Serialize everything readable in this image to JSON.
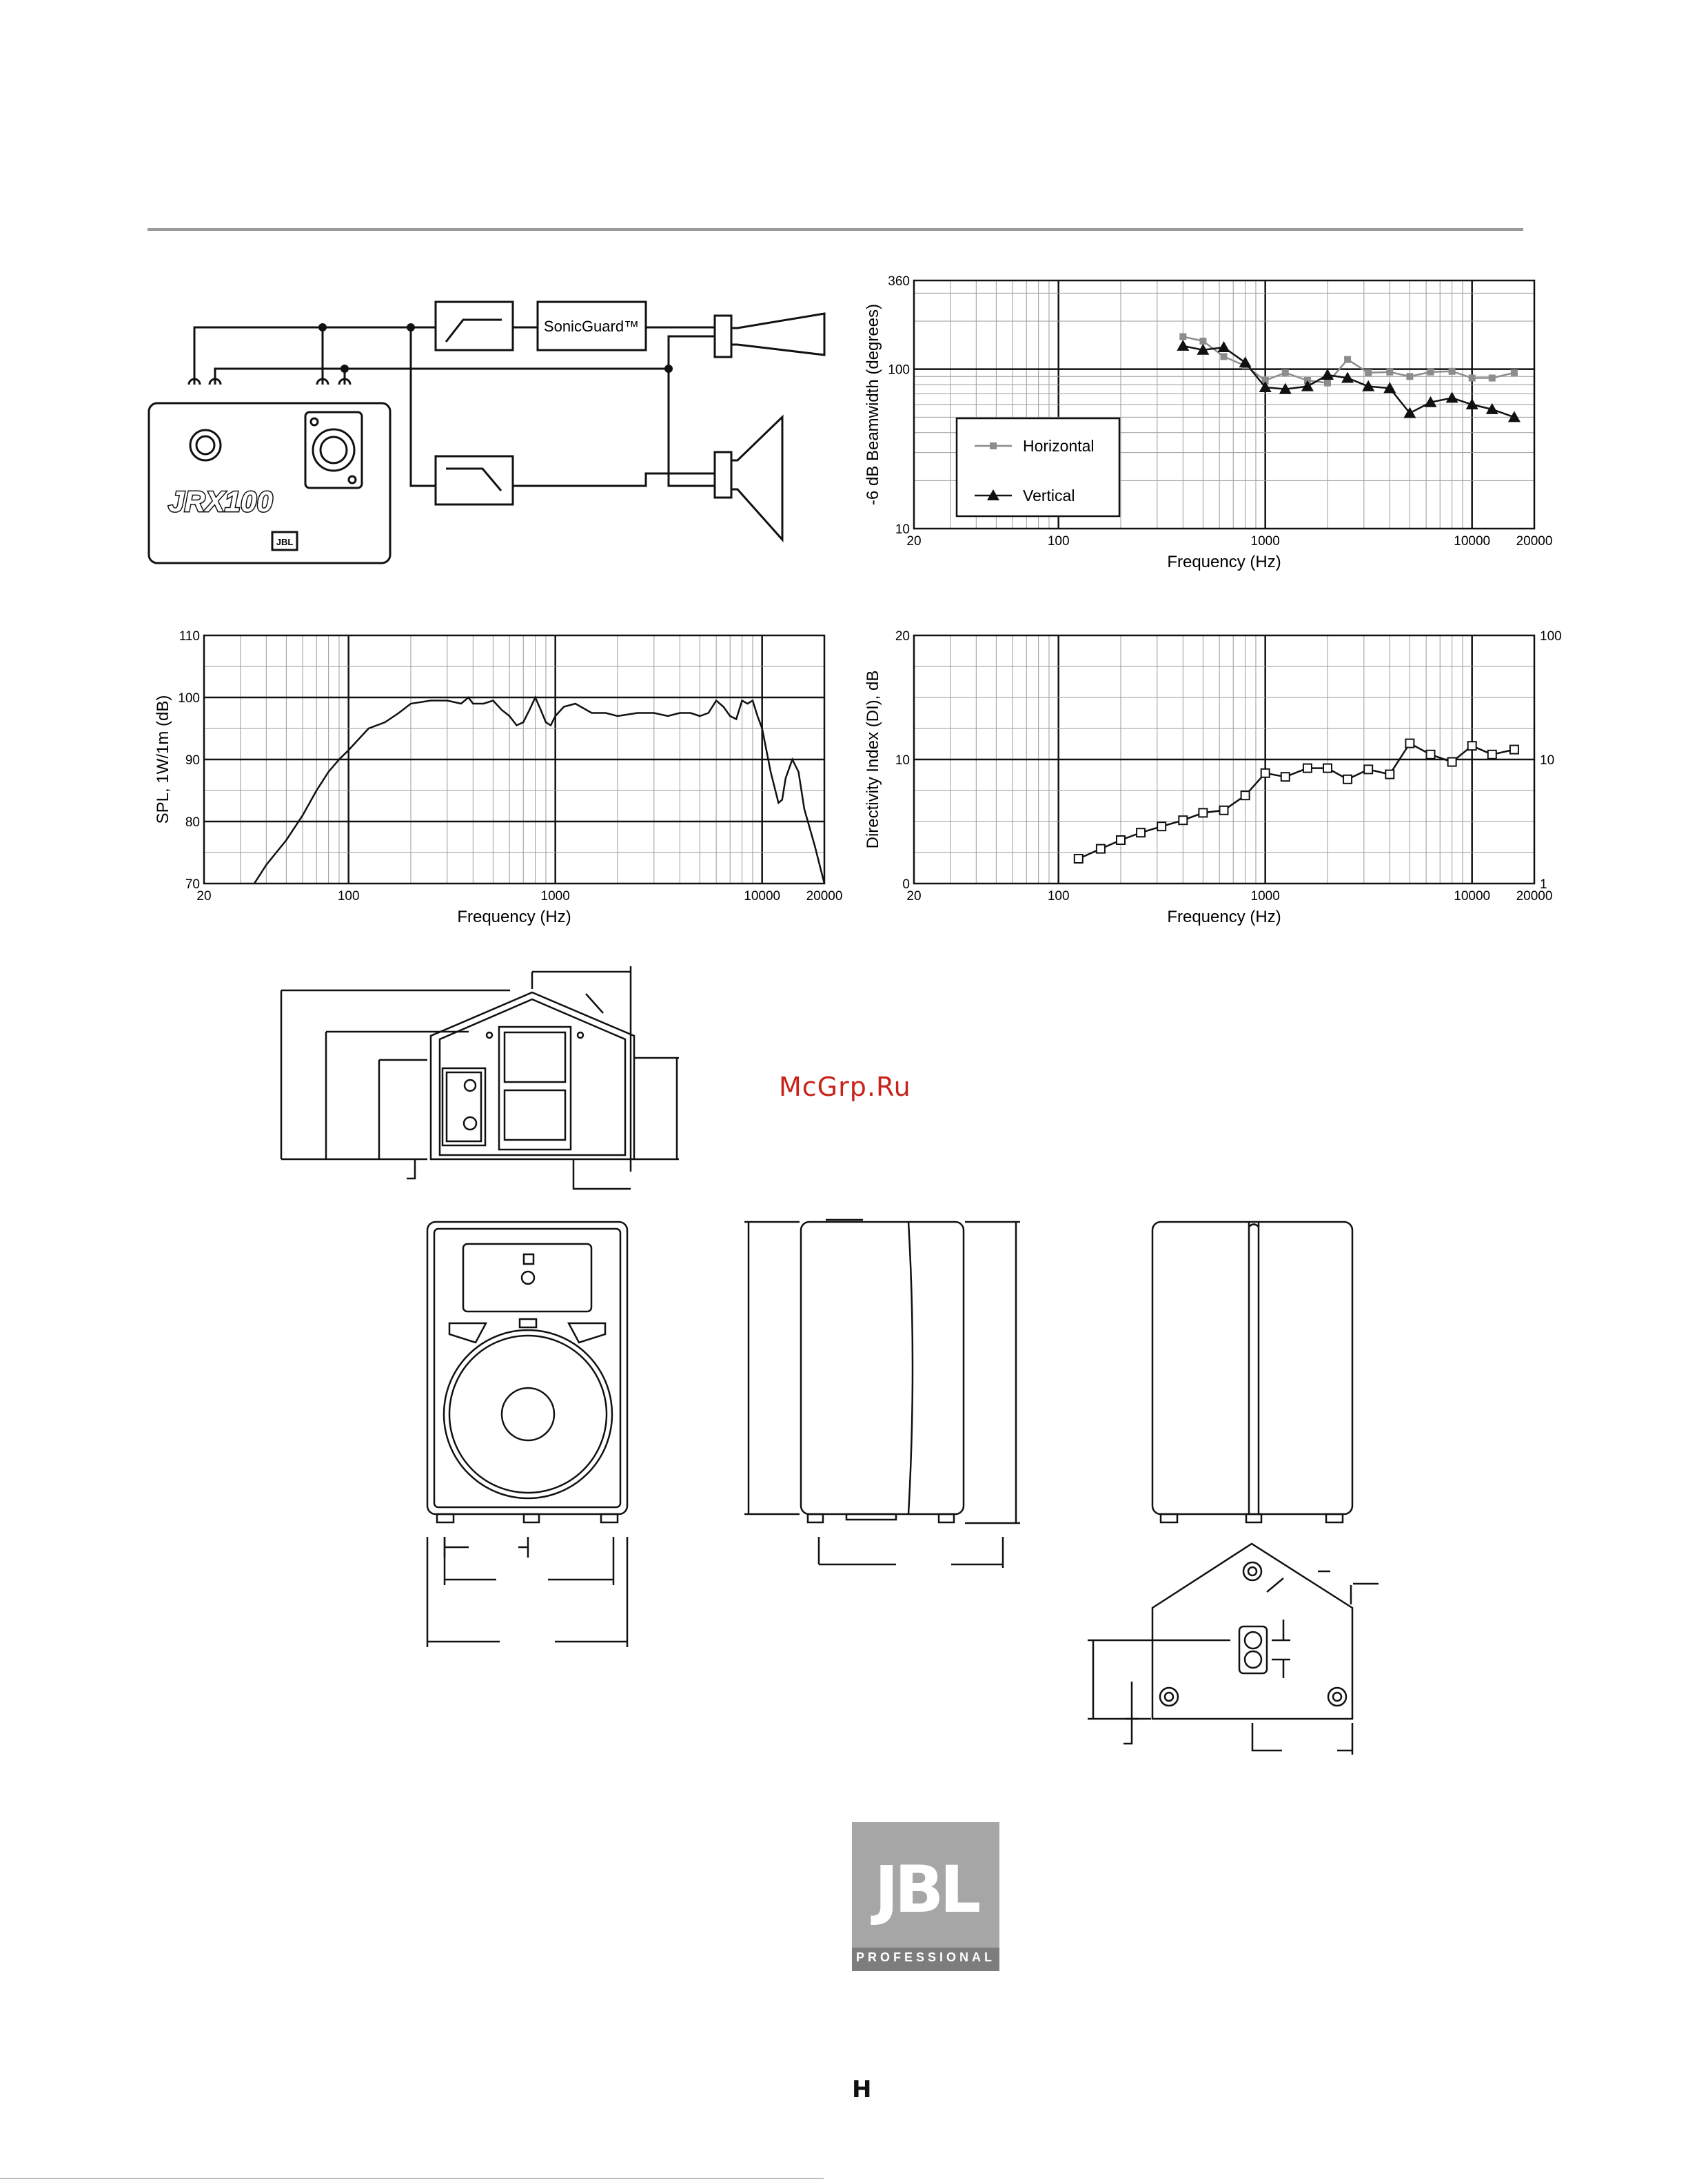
{
  "page": {
    "watermark": "McGrp.Ru",
    "page_mark": "H"
  },
  "block_diagram": {
    "sonicguard_label": "SonicGuard™",
    "brand_badge": "JRX100",
    "small_logo": "JBL"
  },
  "logo": {
    "word": "JBL",
    "subtitle": "PROFESSIONAL"
  },
  "chart_data": [
    {
      "type": "line",
      "ylabel": "-6 dB Beamwidth (degrees)",
      "xlabel": "Frequency (Hz)",
      "xscale": "log",
      "yscale": "log",
      "xlim": [
        20,
        20000
      ],
      "ylim": [
        10,
        360
      ],
      "xticks": [
        "20",
        "100",
        "1000",
        "10000",
        "20000"
      ],
      "yticks": [
        "10",
        "100",
        "360"
      ],
      "legend_position": "bottom-left",
      "grid": true,
      "series": [
        {
          "name": "Horizontal",
          "color": "#8c8c8c",
          "marker": "square",
          "x": [
            400,
            500,
            630,
            800,
            1000,
            1250,
            1600,
            2000,
            2500,
            3150,
            4000,
            5000,
            6300,
            8000,
            10000,
            12500,
            16000
          ],
          "y": [
            160,
            150,
            120,
            105,
            85,
            95,
            85,
            82,
            115,
            95,
            96,
            90,
            96,
            97,
            88,
            88,
            95
          ]
        },
        {
          "name": "Vertical",
          "color": "#111111",
          "marker": "triangle",
          "x": [
            400,
            500,
            630,
            800,
            1000,
            1250,
            1600,
            2000,
            2500,
            3150,
            4000,
            5000,
            6300,
            8000,
            10000,
            12500,
            16000
          ],
          "y": [
            140,
            132,
            137,
            110,
            77,
            75,
            78,
            92,
            88,
            78,
            76,
            53,
            62,
            66,
            60,
            56,
            50
          ]
        }
      ]
    },
    {
      "type": "line",
      "ylabel": "SPL, 1W/1m (dB)",
      "xlabel": "Frequency (Hz)",
      "xscale": "log",
      "xlim": [
        20,
        20000
      ],
      "ylim": [
        70,
        110
      ],
      "xticks": [
        "20",
        "100",
        "1000",
        "10000",
        "20000"
      ],
      "yticks": [
        "70",
        "80",
        "90",
        "100",
        "110"
      ],
      "grid": true,
      "series": [
        {
          "x": [
            35,
            40,
            50,
            60,
            70,
            80,
            90,
            100,
            110,
            125,
            150,
            175,
            200,
            250,
            300,
            350,
            380,
            400,
            450,
            500,
            550,
            600,
            650,
            700,
            750,
            800,
            850,
            900,
            950,
            1000,
            1100,
            1250,
            1500,
            1750,
            2000,
            2500,
            3000,
            3500,
            4000,
            4500,
            5000,
            5500,
            6000,
            6500,
            7000,
            7500,
            8000,
            8500,
            9000,
            9500,
            10000,
            11000,
            12000,
            12500,
            13000,
            14000,
            15000,
            16000,
            18000,
            20000
          ],
          "y": [
            70,
            73,
            77,
            81,
            85,
            88,
            90,
            91.5,
            93,
            95,
            96,
            97.5,
            99,
            99.5,
            99.5,
            99,
            100,
            99,
            99,
            99.5,
            98,
            97,
            95.5,
            96,
            98,
            100,
            98,
            96,
            95.5,
            97,
            98.5,
            99,
            97.5,
            97.5,
            97,
            97.5,
            97.5,
            97,
            97.5,
            97.5,
            97,
            97.5,
            99.5,
            98.5,
            97,
            96.5,
            99.5,
            99,
            99.5,
            97,
            95,
            88,
            83,
            83.5,
            87,
            90,
            88,
            82,
            76,
            70
          ]
        }
      ]
    },
    {
      "type": "line",
      "ylabel": "Directivity Index (DI), dB",
      "xlabel": "Frequency (Hz)",
      "xscale": "log",
      "xlim": [
        20,
        20000
      ],
      "ylim": [
        0,
        20
      ],
      "xticks": [
        "20",
        "100",
        "1000",
        "10000",
        "20000"
      ],
      "yticks": [
        "0",
        "10",
        "20"
      ],
      "y2ticks": [
        "1",
        "10",
        "100"
      ],
      "grid": true,
      "series": [
        {
          "name": "DI",
          "marker": "square-open",
          "x": [
            125,
            160,
            200,
            250,
            315,
            400,
            500,
            630,
            800,
            1000,
            1250,
            1600,
            2000,
            2500,
            3150,
            4000,
            5000,
            6300,
            8000,
            10000,
            12500,
            16000
          ],
          "y": [
            2,
            2.8,
            3.5,
            4.1,
            4.6,
            5.1,
            5.7,
            5.9,
            7.1,
            8.9,
            8.6,
            9.3,
            9.3,
            8.4,
            9.2,
            8.8,
            11.3,
            10.4,
            9.8,
            11.1,
            10.4,
            10.8
          ]
        }
      ]
    }
  ]
}
